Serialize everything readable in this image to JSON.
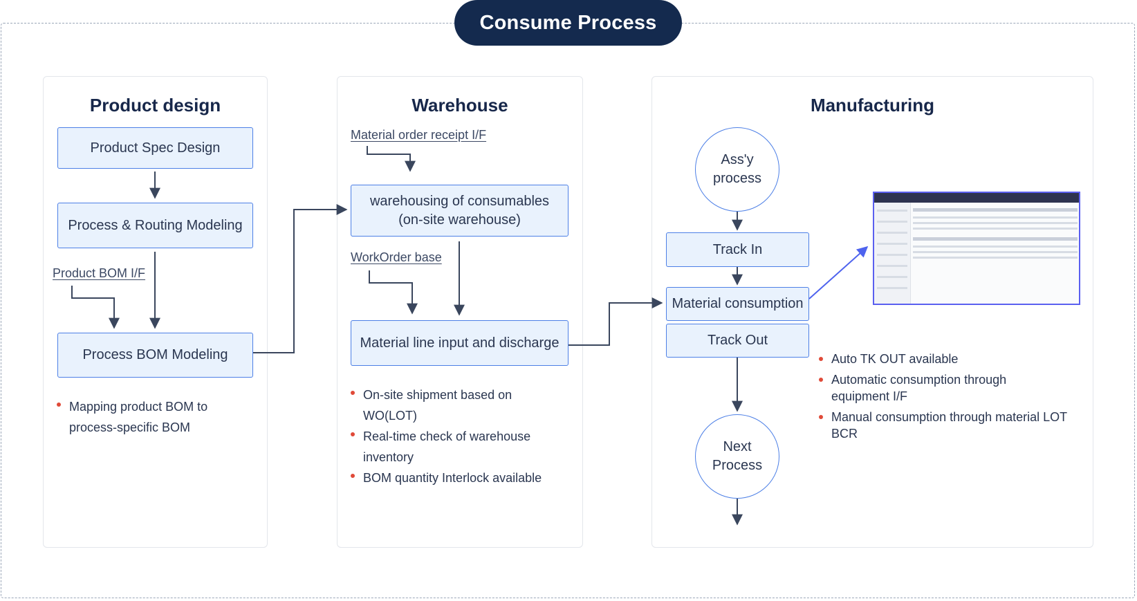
{
  "title": "Consume Process",
  "colors": {
    "title_bg": "#142a4e",
    "box_fill": "#e9f2fd",
    "box_border": "#4c7fe6",
    "arrow": "#3a465d",
    "bullet": "#e04a38",
    "screenshot_border": "#5a5ff0"
  },
  "product_design": {
    "title": "Product design",
    "box_spec": "Product Spec Design",
    "box_routing": "Process & Routing Modeling",
    "label_bom_if": "Product BOM I/F",
    "box_bom": "Process BOM Modeling",
    "bullets": [
      "Mapping product BOM to process-specific BOM"
    ]
  },
  "warehouse": {
    "title": "Warehouse",
    "label_receipt": "Material order receipt I/F",
    "box_consumables": "warehousing of consumables (on-site warehouse)",
    "label_workorder": "WorkOrder base",
    "box_line": "Material line input and discharge",
    "bullets": [
      "On-site shipment based on WO(LOT)",
      "Real-time check of warehouse inventory",
      "BOM quantity Interlock available"
    ]
  },
  "manufacturing": {
    "title": "Manufacturing",
    "circle_assy": "Ass'y process",
    "box_track_in": "Track In",
    "box_consumption": "Material consumption",
    "box_track_out": "Track Out",
    "circle_next": "Next Process",
    "bullets": [
      "Auto TK OUT available",
      "Automatic consumption through equipment I/F",
      "Manual consumption through material LOT BCR"
    ]
  }
}
